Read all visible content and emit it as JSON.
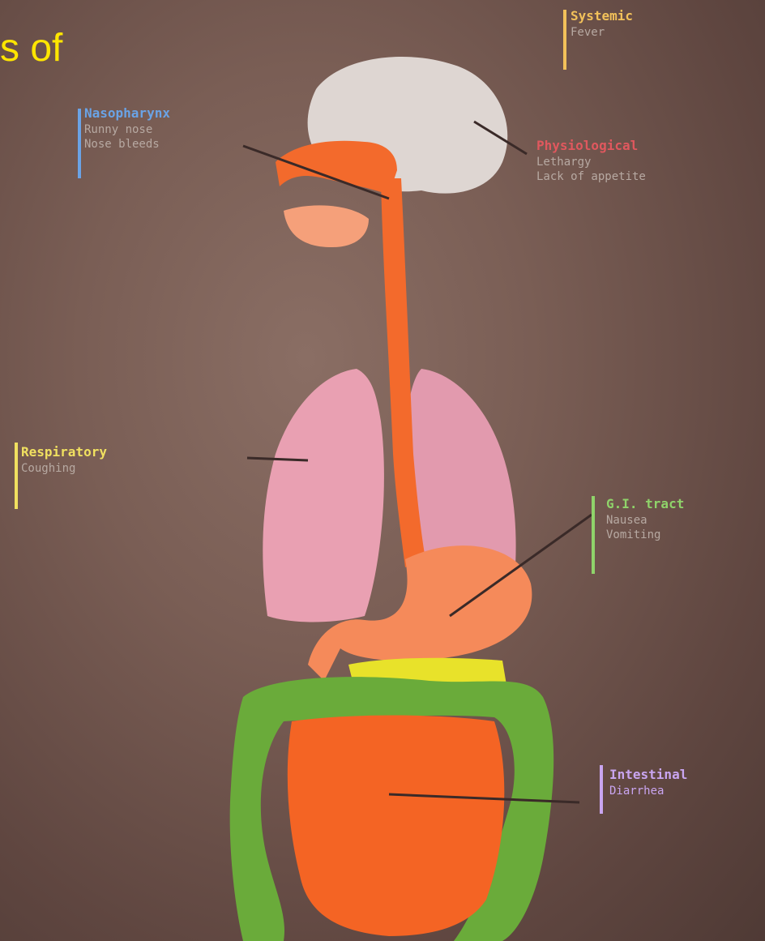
{
  "slide": {
    "title_fragment": "s of"
  },
  "labels": {
    "systemic": {
      "name": "Systemic",
      "items": [
        "Fever"
      ],
      "color": "#f2c15a"
    },
    "nasopharynx": {
      "name": "Nasopharynx",
      "items": [
        "Runny nose",
        "Nose bleeds"
      ],
      "color": "#6aa3e6"
    },
    "physiological": {
      "name": "Physiological",
      "items": [
        "Lethargy",
        "Lack of appetite"
      ],
      "color": "#e0585e"
    },
    "respiratory": {
      "name": "Respiratory",
      "items": [
        "Coughing"
      ],
      "color": "#f0e060"
    },
    "gi": {
      "name": "G.I. tract",
      "items": [
        "Nausea",
        "Vomiting"
      ],
      "color": "#8fd36a"
    },
    "intestinal": {
      "name": "Intestinal",
      "items": [
        "Diarrhea"
      ],
      "color": "#c9a5f0"
    }
  },
  "organs": [
    "brain",
    "nasopharynx",
    "mouth",
    "esophagus",
    "lungs",
    "stomach",
    "pancreas",
    "large-intestine",
    "small-intestine"
  ]
}
